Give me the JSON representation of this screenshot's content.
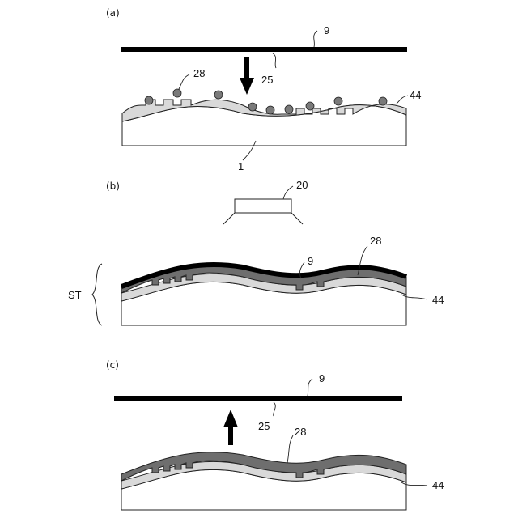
{
  "figure": {
    "panels": [
      {
        "label": "(a)"
      },
      {
        "label": "(b)"
      },
      {
        "label": "(c)"
      }
    ],
    "references": {
      "ref_9": "9",
      "ref_25": "25",
      "ref_28": "28",
      "ref_44": "44",
      "ref_1": "1",
      "ref_20": "20",
      "ref_st": "ST"
    },
    "colors": {
      "plate": "#000000",
      "resin": "#6e6e6e",
      "layer": "#d9d9d9",
      "particle": "#7a7a7a",
      "line": "#222222",
      "substrate": "#ffffff"
    }
  }
}
